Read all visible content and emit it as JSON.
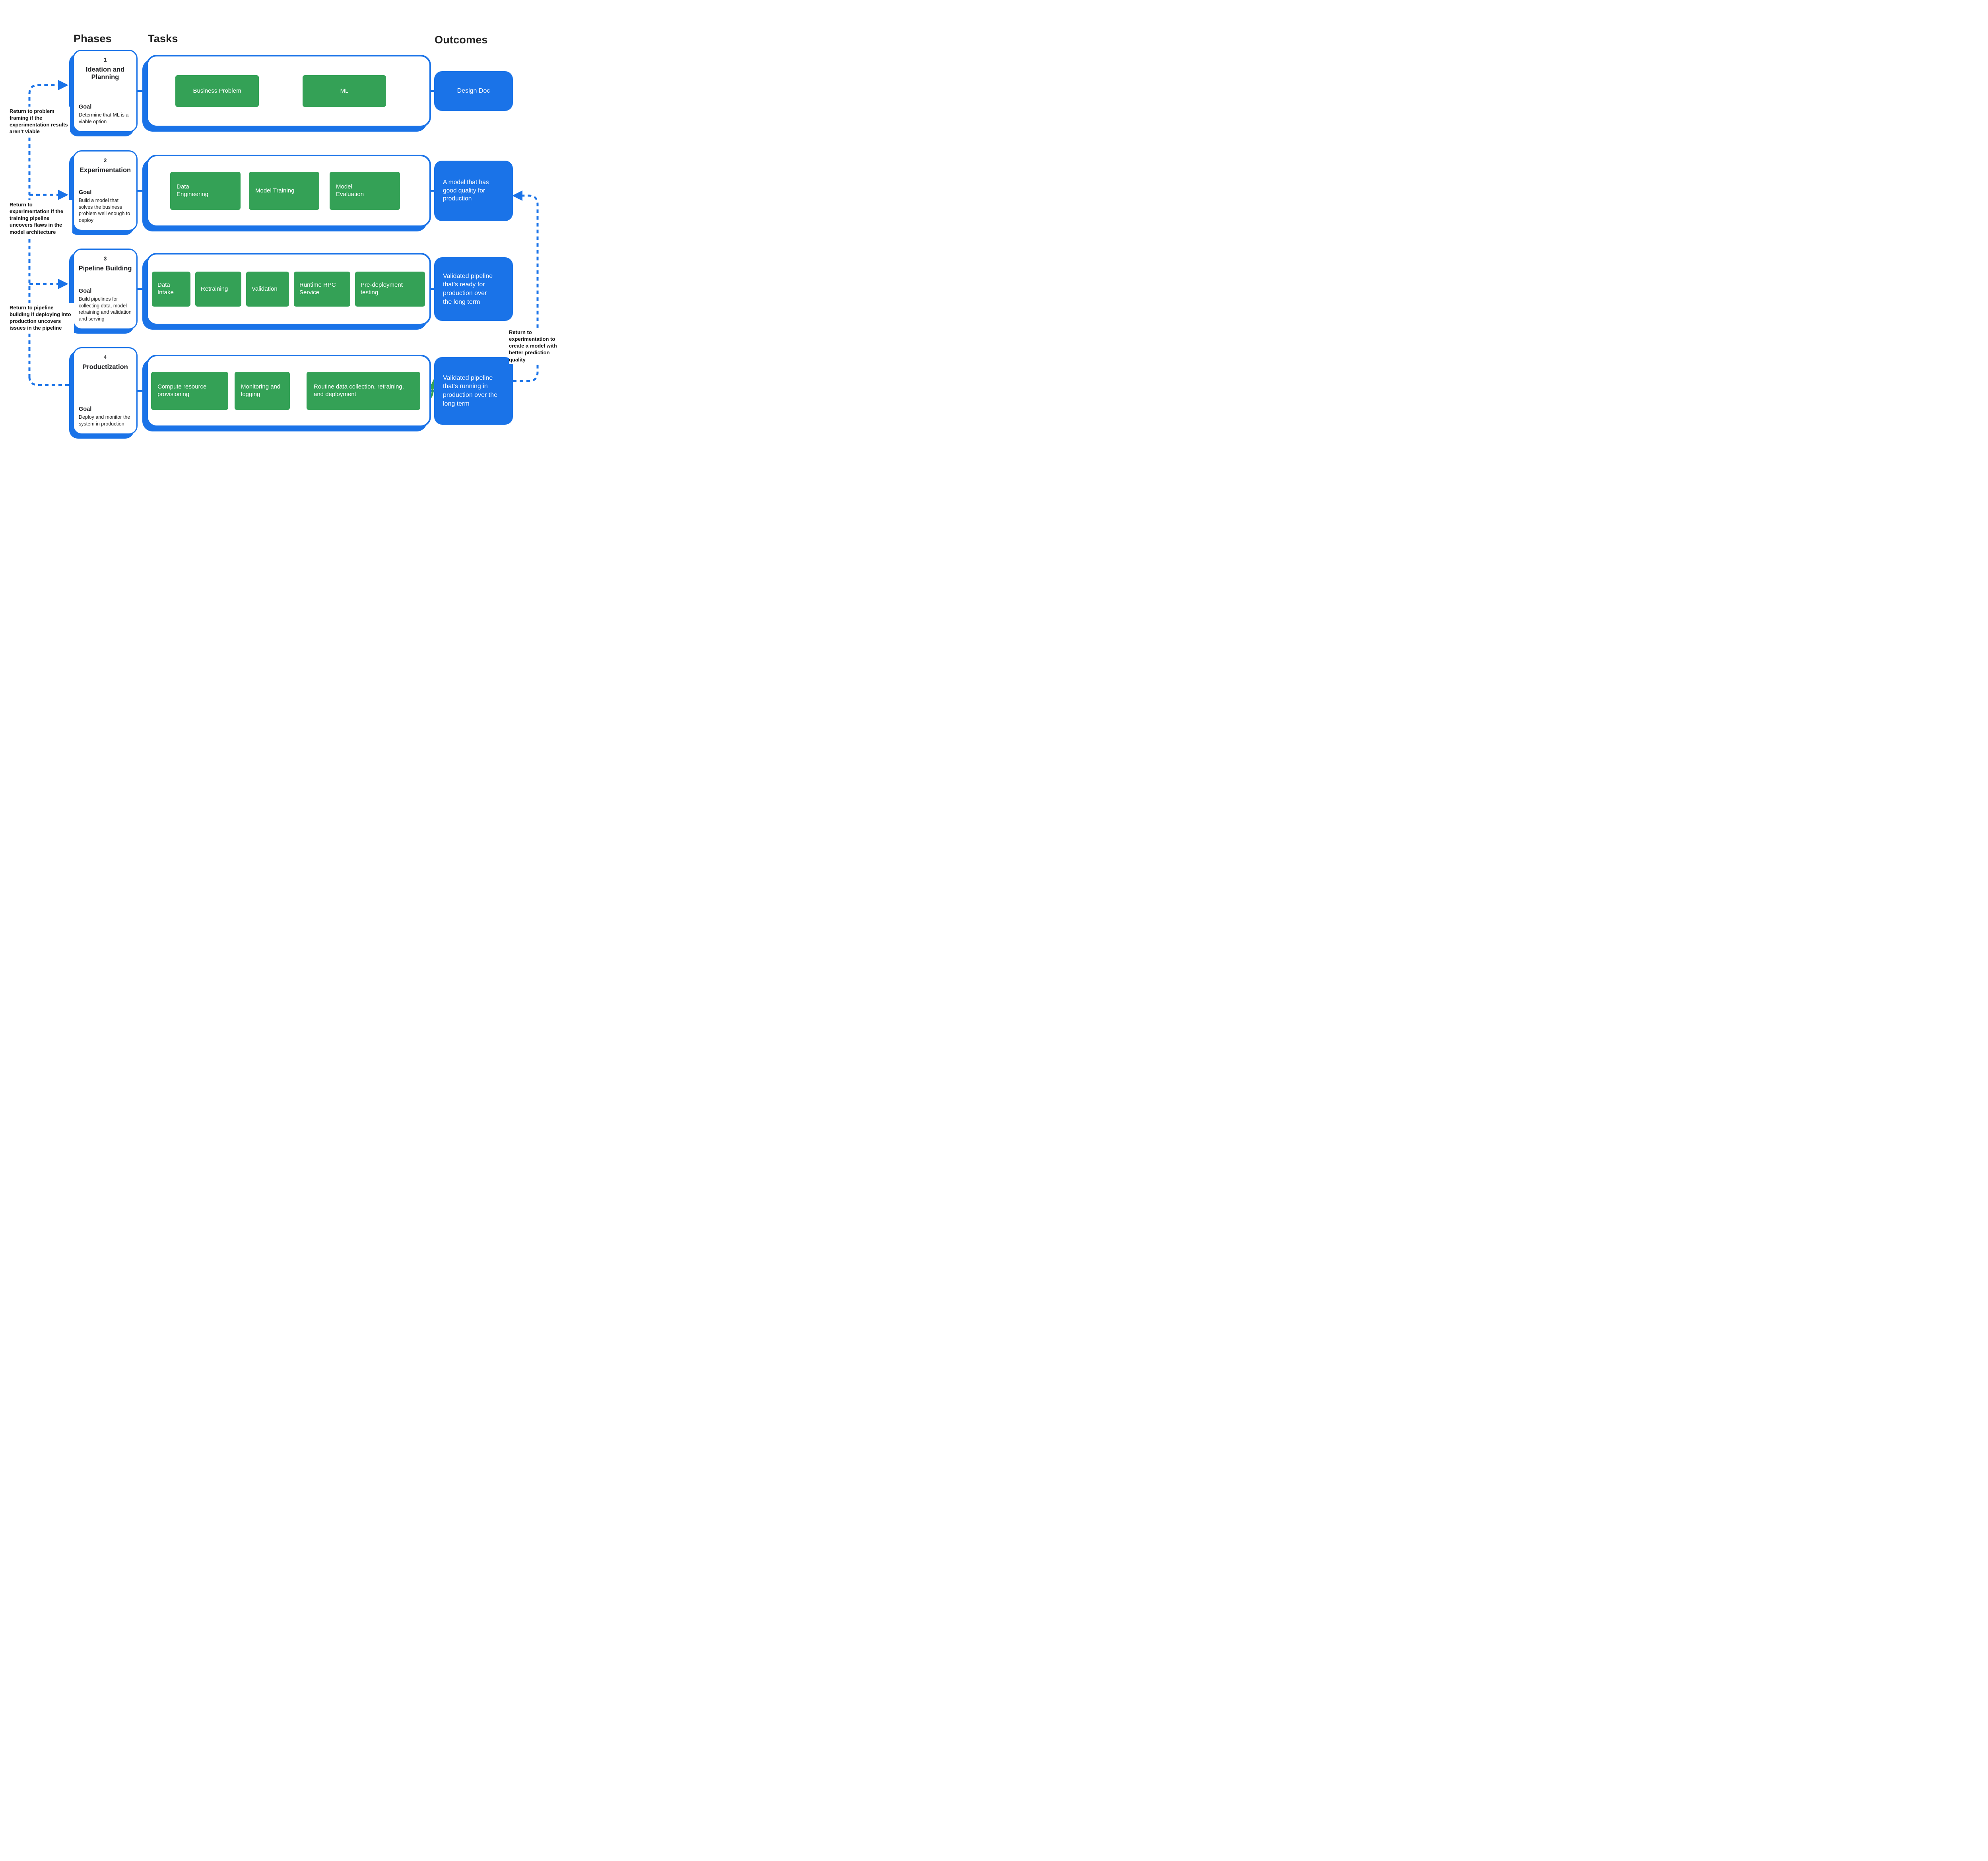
{
  "headers": {
    "phases": "Phases",
    "tasks": "Tasks",
    "outcomes": "Outcomes"
  },
  "colors": {
    "accent_blue": "#1A73E8",
    "accent_green": "#34A156",
    "text": "#202124"
  },
  "rows": [
    {
      "number": "1",
      "title": "Ideation and Planning",
      "goal_label": "Goal",
      "goal": "Determine that ML is a viable option",
      "tasks": [
        "Business Problem",
        "ML"
      ],
      "outcome": "Design Doc"
    },
    {
      "number": "2",
      "title": "Experimentation",
      "goal_label": "Goal",
      "goal": "Build a model that solves the business problem well enough to deploy",
      "tasks": [
        "Data Engineering",
        "Model Training",
        "Model Evaluation"
      ],
      "outcome": "A model that has good quality for production"
    },
    {
      "number": "3",
      "title": "Pipeline Building",
      "goal_label": "Goal",
      "goal": "Build pipelines for collecting data, model retraining and validation and serving",
      "tasks": [
        "Data Intake",
        "Retraining",
        "Validation",
        "Runtime RPC Service",
        "Pre-deployment testing"
      ],
      "outcome": "Validated pipeline that’s ready for production over the long term"
    },
    {
      "number": "4",
      "title": "Productization",
      "goal_label": "Goal",
      "goal": "Deploy and monitor the system in production",
      "tasks": [
        "Compute resource provisioning",
        "Monitoring and logging",
        "Routine data collection, retraining, and deployment"
      ],
      "outcome": "Validated pipeline that’s running in production over the long term"
    }
  ],
  "annotations": {
    "left": [
      "Return to problem framing if the experimentation results aren’t viable",
      "Return to experimentation if the training pipeline uncovers flaws in the model architecture",
      "Return to pipeline building if deploying into production uncovers issues in the pipeline"
    ],
    "right": "Return to experimentation to create a model with better prediction quality"
  }
}
